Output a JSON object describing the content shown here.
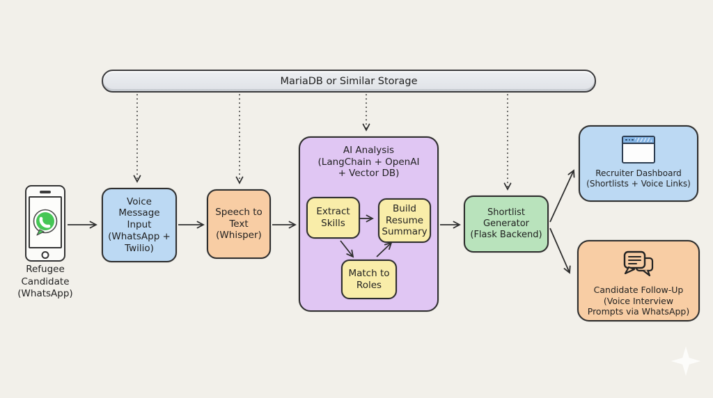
{
  "diagram": {
    "title_context": "Refugee candidate voice-screening pipeline flowchart",
    "storage_bar": {
      "label": "MariaDB or Similar Storage"
    },
    "actor": {
      "label": "Refugee\nCandidate\n(WhatsApp)",
      "icon": "whatsapp-phone-icon"
    },
    "nodes": {
      "voice_input": {
        "label": "Voice\nMessage\nInput\n(WhatsApp +\nTwilio)",
        "color": "#bcd9f3"
      },
      "speech_to_text": {
        "label": "Speech to\nText\n(Whisper)",
        "color": "#f8cda4"
      },
      "ai_analysis": {
        "label": "AI Analysis\n(LangChain + OpenAI\n+ Vector DB)",
        "color": "#e0c6f3"
      },
      "extract_skills": {
        "label": "Extract\nSkills",
        "color": "#f9eda9"
      },
      "build_resume": {
        "label": "Build\nResume\nSummary",
        "color": "#f9eda9"
      },
      "match_roles": {
        "label": "Match to\nRoles",
        "color": "#f9eda9"
      },
      "shortlist": {
        "label": "Shortlist\nGenerator\n(Flask Backend)",
        "color": "#b9e3bc"
      },
      "dashboard": {
        "label": "Recruiter Dashboard\n(Shortlists + Voice Links)",
        "color": "#bcd9f3",
        "icon": "browser-window-icon"
      },
      "followup": {
        "label": "Candidate Follow-Up\n(Voice Interview\nPrompts via WhatsApp)",
        "color": "#f8cda4",
        "icon": "chat-bubbles-icon"
      }
    },
    "edges": [
      {
        "from": "refugee-candidate",
        "to": "voice_input",
        "style": "solid"
      },
      {
        "from": "voice_input",
        "to": "speech_to_text",
        "style": "solid"
      },
      {
        "from": "speech_to_text",
        "to": "ai_analysis",
        "style": "solid"
      },
      {
        "from": "ai_analysis",
        "to": "shortlist",
        "style": "solid"
      },
      {
        "from": "extract_skills",
        "to": "build_resume",
        "style": "solid"
      },
      {
        "from": "extract_skills",
        "to": "match_roles",
        "style": "solid"
      },
      {
        "from": "match_roles",
        "to": "build_resume",
        "style": "solid"
      },
      {
        "from": "shortlist",
        "to": "dashboard",
        "style": "solid"
      },
      {
        "from": "shortlist",
        "to": "followup",
        "style": "solid"
      },
      {
        "from": "storage_bar",
        "to": "voice_input",
        "style": "dotted"
      },
      {
        "from": "storage_bar",
        "to": "speech_to_text",
        "style": "dotted"
      },
      {
        "from": "storage_bar",
        "to": "ai_analysis",
        "style": "dotted"
      },
      {
        "from": "storage_bar",
        "to": "shortlist",
        "style": "dotted"
      }
    ],
    "palette": {
      "background": "#f2f0ea",
      "node_blue": "#bcd9f3",
      "node_orange": "#f8cda4",
      "node_purple": "#e0c6f3",
      "node_yellow": "#f9eda9",
      "node_green": "#b9e3bc",
      "storage_bar_fill": "#e4e6ea",
      "outline": "#2e2e2e",
      "whatsapp_green": "#45c655"
    }
  }
}
